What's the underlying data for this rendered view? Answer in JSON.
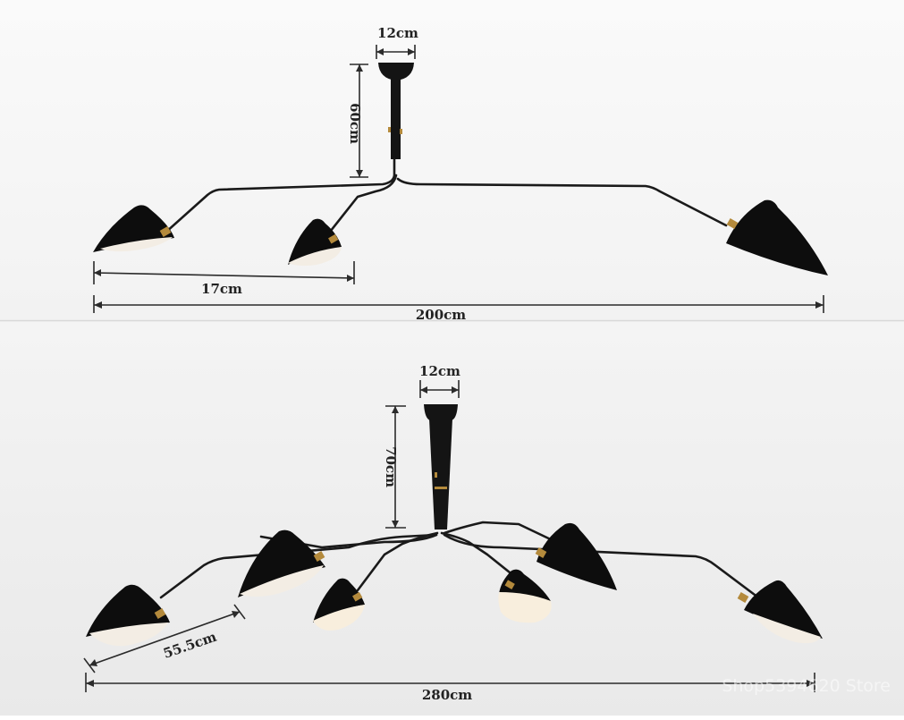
{
  "top_diagram": {
    "canopy_width": "12cm",
    "drop_height": "60cm",
    "shade_spacing": "17cm",
    "total_span": "200cm"
  },
  "bottom_diagram": {
    "canopy_width": "12cm",
    "drop_height": "70cm",
    "shade_spacing": "55.5cm",
    "total_span": "280cm"
  },
  "watermark": "Shop5394620 Store",
  "colors": {
    "shade": "#0d0d0d",
    "shade_inner": "#f3ede4",
    "brass": "#b48a3c",
    "divider": "#d8d8d8"
  }
}
